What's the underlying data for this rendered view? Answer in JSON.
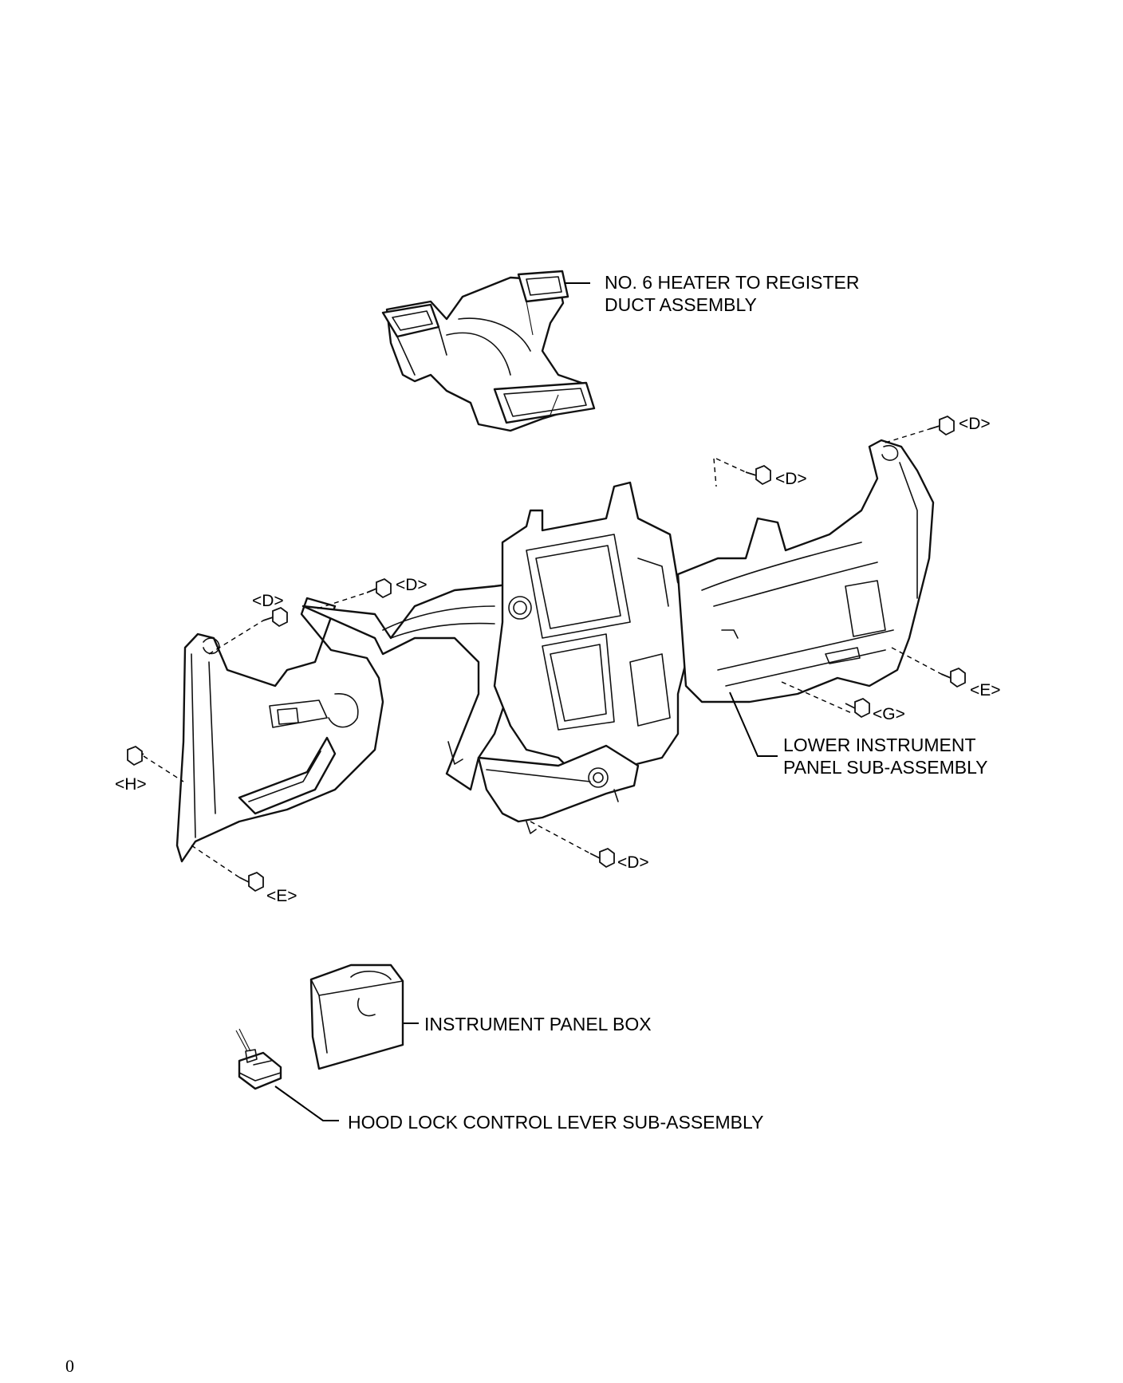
{
  "labels": {
    "duct_line1": "NO. 6 HEATER TO REGISTER",
    "duct_line2": "DUCT ASSEMBLY",
    "lower_panel_line1": "LOWER INSTRUMENT",
    "lower_panel_line2": "PANEL SUB-ASSEMBLY",
    "panel_box": "INSTRUMENT PANEL BOX",
    "hood_lock": "HOOD LOCK CONTROL LEVER SUB-ASSEMBLY"
  },
  "fasteners": {
    "d": "<D>",
    "e": "<E>",
    "g": "<G>",
    "h": "<H>"
  },
  "page_number": "0"
}
